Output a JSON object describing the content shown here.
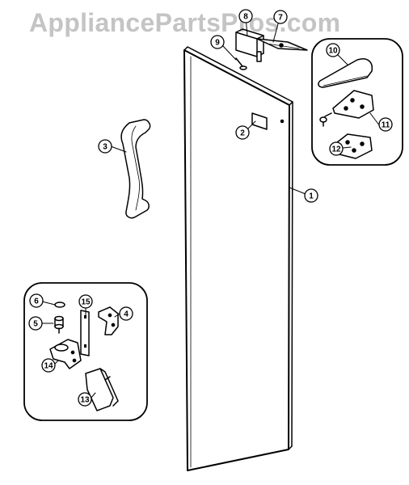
{
  "watermark": "AppliancePartsPros.com",
  "callouts": {
    "c1": "1",
    "c2": "2",
    "c3": "3",
    "c4": "4",
    "c5": "5",
    "c6": "6",
    "c7": "7",
    "c8": "8",
    "c9": "9",
    "c10": "10",
    "c11": "11",
    "c12": "12",
    "c13": "13",
    "c14": "14",
    "c15": "15"
  },
  "colors": {
    "line": "#000000",
    "watermark": "#c4c4c4",
    "background": "#ffffff"
  }
}
